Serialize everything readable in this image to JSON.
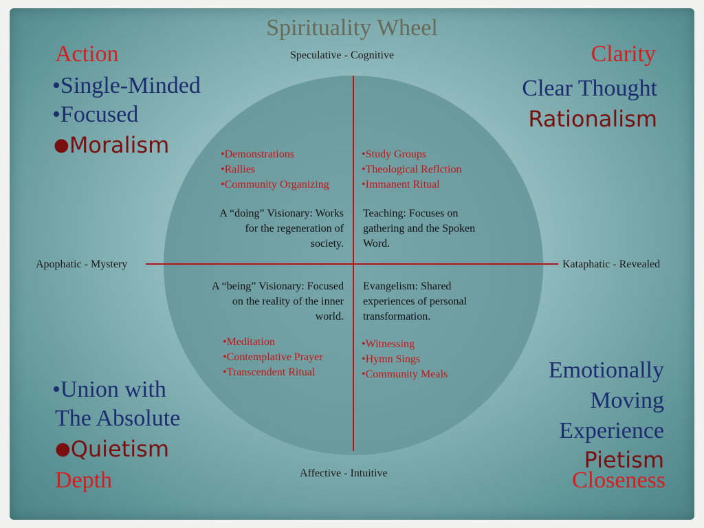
{
  "title": "Spirituality Wheel",
  "axes": {
    "top": "Speculative - Cognitive",
    "bottom": "Affective - Intuitive",
    "left": "Apophatic - Mystery",
    "right": "Kataphatic - Revealed"
  },
  "corners": {
    "top_left": {
      "heading": "Action",
      "items": [
        "•Single-Minded",
        "•Focused"
      ],
      "extreme": "Moralism"
    },
    "top_right": {
      "heading": "Clarity",
      "lines": [
        "Clear Thought"
      ],
      "extreme": "Rationalism"
    },
    "bottom_left": {
      "lines": [
        "•Union with",
        "The Absolute"
      ],
      "extreme": "Quietism",
      "heading": "Depth"
    },
    "bottom_right": {
      "lines": [
        "Emotionally",
        "Moving",
        "Experience"
      ],
      "extreme": "Pietism",
      "heading": "Closeness"
    }
  },
  "quadrants": {
    "upper_left": {
      "practices": [
        "•Demonstrations",
        "•Rallies",
        "•Community Organizing"
      ],
      "description": [
        "A “doing” Visionary: Works",
        "for the regeneration of",
        "society."
      ]
    },
    "upper_right": {
      "practices": [
        "•Study Groups",
        "•Theological Reflction",
        "•Immanent Ritual"
      ],
      "description": [
        "Teaching: Focuses on",
        "gathering and the Spoken",
        "Word."
      ]
    },
    "lower_left": {
      "description": [
        "A “being” Visionary: Focused",
        "on the reality of the inner",
        "world."
      ],
      "practices": [
        "•Meditation",
        "•Contemplative Prayer",
        "•Transcendent Ritual"
      ]
    },
    "lower_right": {
      "description": [
        "Evangelism: Shared",
        "experiences of personal",
        "transformation."
      ],
      "practices": [
        "•Witnessing",
        "•Hymn Sings",
        "•Community Meals"
      ]
    }
  },
  "colors": {
    "background": "#8fb9bc",
    "wheel": "#6a9a9e",
    "axis_lines": "#b01818",
    "heading_red": "#d31f1f",
    "navy_text": "#1d2c6e",
    "dark_red_text": "#7a0f0f",
    "practice_red": "#c41414"
  }
}
